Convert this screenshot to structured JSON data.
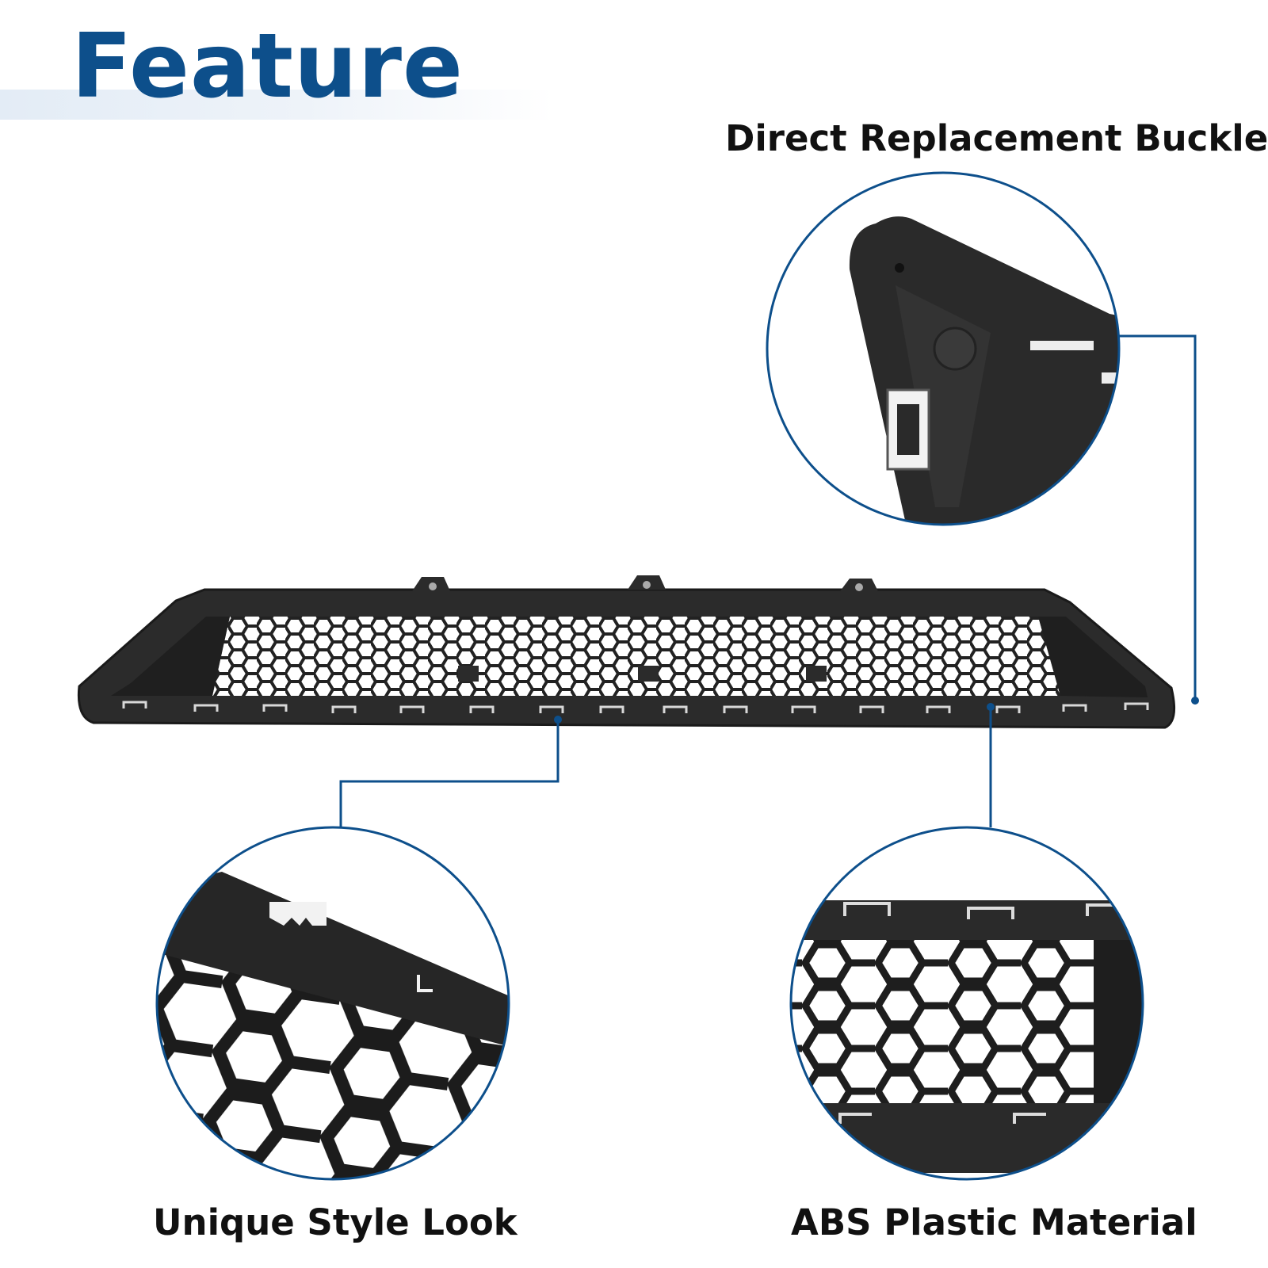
{
  "heading": {
    "text": "Feature"
  },
  "callouts": {
    "buckle": {
      "label": "Direct Replacement Buckle"
    },
    "style": {
      "label": "Unique Style Look"
    },
    "abs": {
      "label": "ABS Plastic Material"
    }
  },
  "colors": {
    "accent": "#0d4f8b",
    "grille": "#2b2b2b",
    "grille_dark": "#1a1a1a",
    "background": "#ffffff"
  }
}
